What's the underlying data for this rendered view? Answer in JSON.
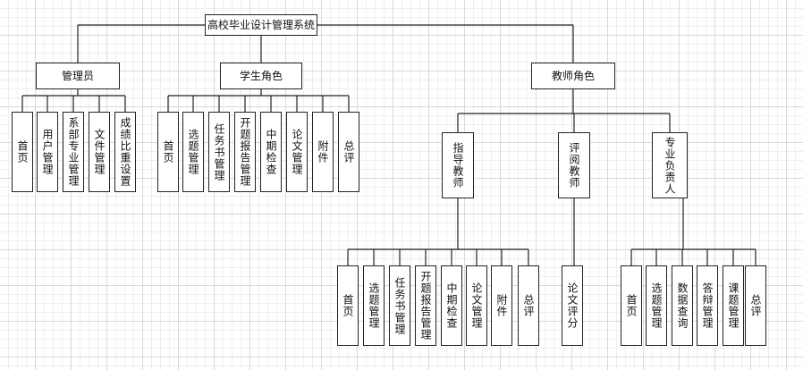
{
  "diagram": {
    "root": {
      "name": "node-root",
      "label": "高校毕业设计管理系统"
    },
    "nodes": {
      "admin": "管理员",
      "student": "学生角色",
      "teacher": "教师角色",
      "guide": "指导教师",
      "review": "评阅教师",
      "head": "专业负责人"
    },
    "admin_items": [
      "首页",
      "用户管理",
      "系部专业管理",
      "文件管理",
      "成绩比重设置"
    ],
    "student_items": [
      "首页",
      "选题管理",
      "任务书管理",
      "开题报告管理",
      "中期检查",
      "论文管理",
      "附件",
      "总评"
    ],
    "guide_items": [
      "首页",
      "选题管理",
      "任务书管理",
      "开题报告管理",
      "中期检查",
      "论文管理",
      "附件",
      "总评"
    ],
    "review_items": [
      "论文评分"
    ],
    "head_items": [
      "首页",
      "选题管理",
      "数据查询",
      "答辩管理",
      "课题管理",
      "总评"
    ]
  }
}
